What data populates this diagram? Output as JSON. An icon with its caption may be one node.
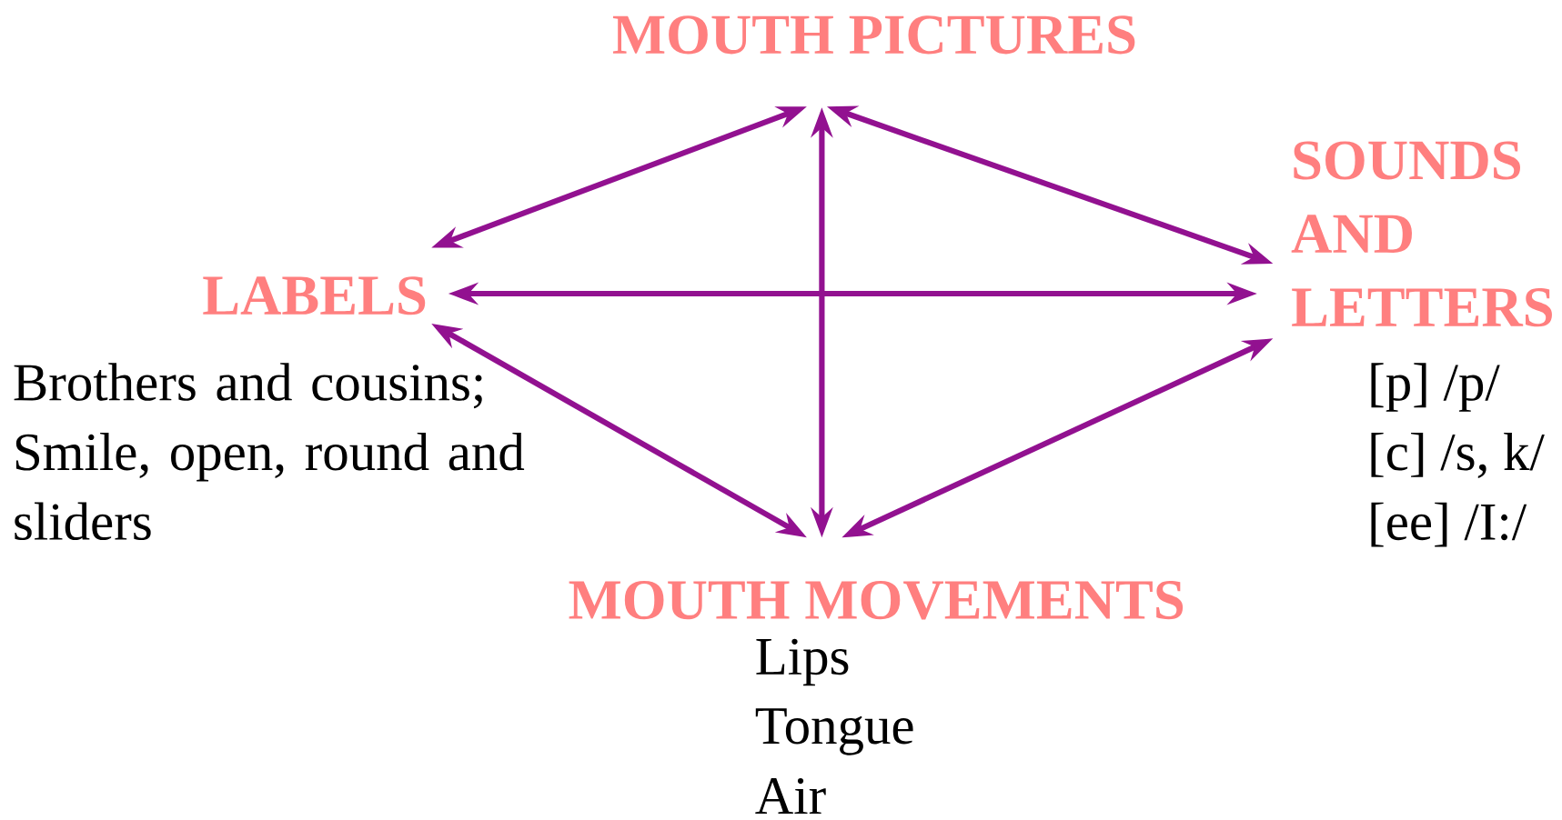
{
  "diagram": {
    "nodes": [
      {
        "text": [
          "MOUTH PICTURES"
        ]
      },
      {
        "text": [
          "LABELS"
        ],
        "beside": [
          "Brothers and cousins;",
          "Smile, open, round and sliders"
        ]
      },
      {
        "text": [
          "SOUNDS AND LETTERS"
        ],
        "beside": [
          "[p] /p/",
          "[c] /s, k/",
          "[ee] /I:/"
        ]
      },
      {
        "text": [
          "MOUTH MOVEMENTS"
        ],
        "beside": [
          "Lips",
          "Tongue",
          "Air"
        ]
      }
    ],
    "edges": [
      {
        "from": 0,
        "to": 1,
        "arrow": "both"
      },
      {
        "from": 0,
        "to": 2,
        "arrow": "both"
      },
      {
        "from": 0,
        "to": 3,
        "arrow": "both"
      },
      {
        "from": 1,
        "to": 2,
        "arrow": "both"
      },
      {
        "from": 1,
        "to": 3,
        "arrow": "both"
      },
      {
        "from": 2,
        "to": 3,
        "arrow": "both"
      }
    ]
  }
}
